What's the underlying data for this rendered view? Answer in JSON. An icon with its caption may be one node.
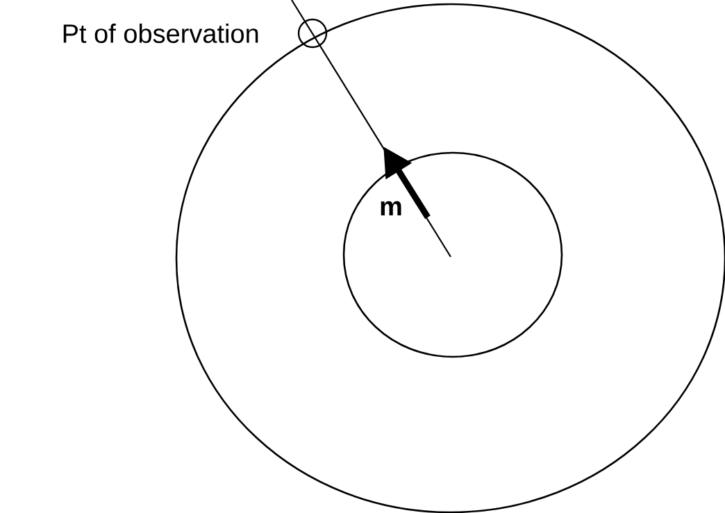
{
  "diagram": {
    "nodes": [
      {
        "text": [],
        "shape": "circle",
        "beside": [
          "Pt of observation"
        ]
      }
    ],
    "labels": [
      "m"
    ]
  }
}
